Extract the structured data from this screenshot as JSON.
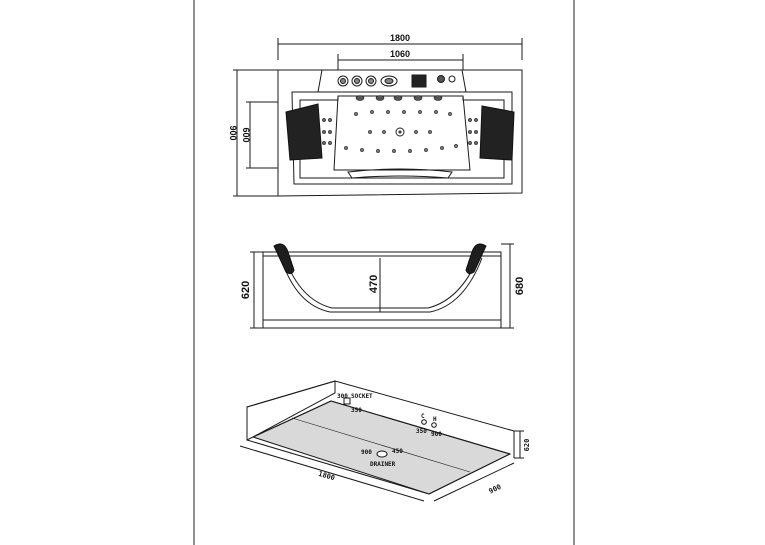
{
  "top_view": {
    "dim_overall_length": "1800",
    "dim_inner_length": "1060",
    "dim_overall_width": "900",
    "dim_inner_width": "600"
  },
  "side_view": {
    "dim_left_height": "620",
    "dim_inner_depth": "470",
    "dim_right_height": "680"
  },
  "install_view": {
    "socket_label": "SOCKET",
    "socket_x": "300",
    "socket_y": "350",
    "cold_label": "C",
    "hot_label": "H",
    "water_x": "350",
    "water_y": "900",
    "drainer_label": "DRAINER",
    "drain_x": "900",
    "drain_y": "450",
    "floor_length": "1800",
    "floor_width": "900",
    "wall_height": "620"
  },
  "colors": {
    "line": "#1a1a1a",
    "pillow": "#222222",
    "floor_fill": "#d9d9d9"
  }
}
